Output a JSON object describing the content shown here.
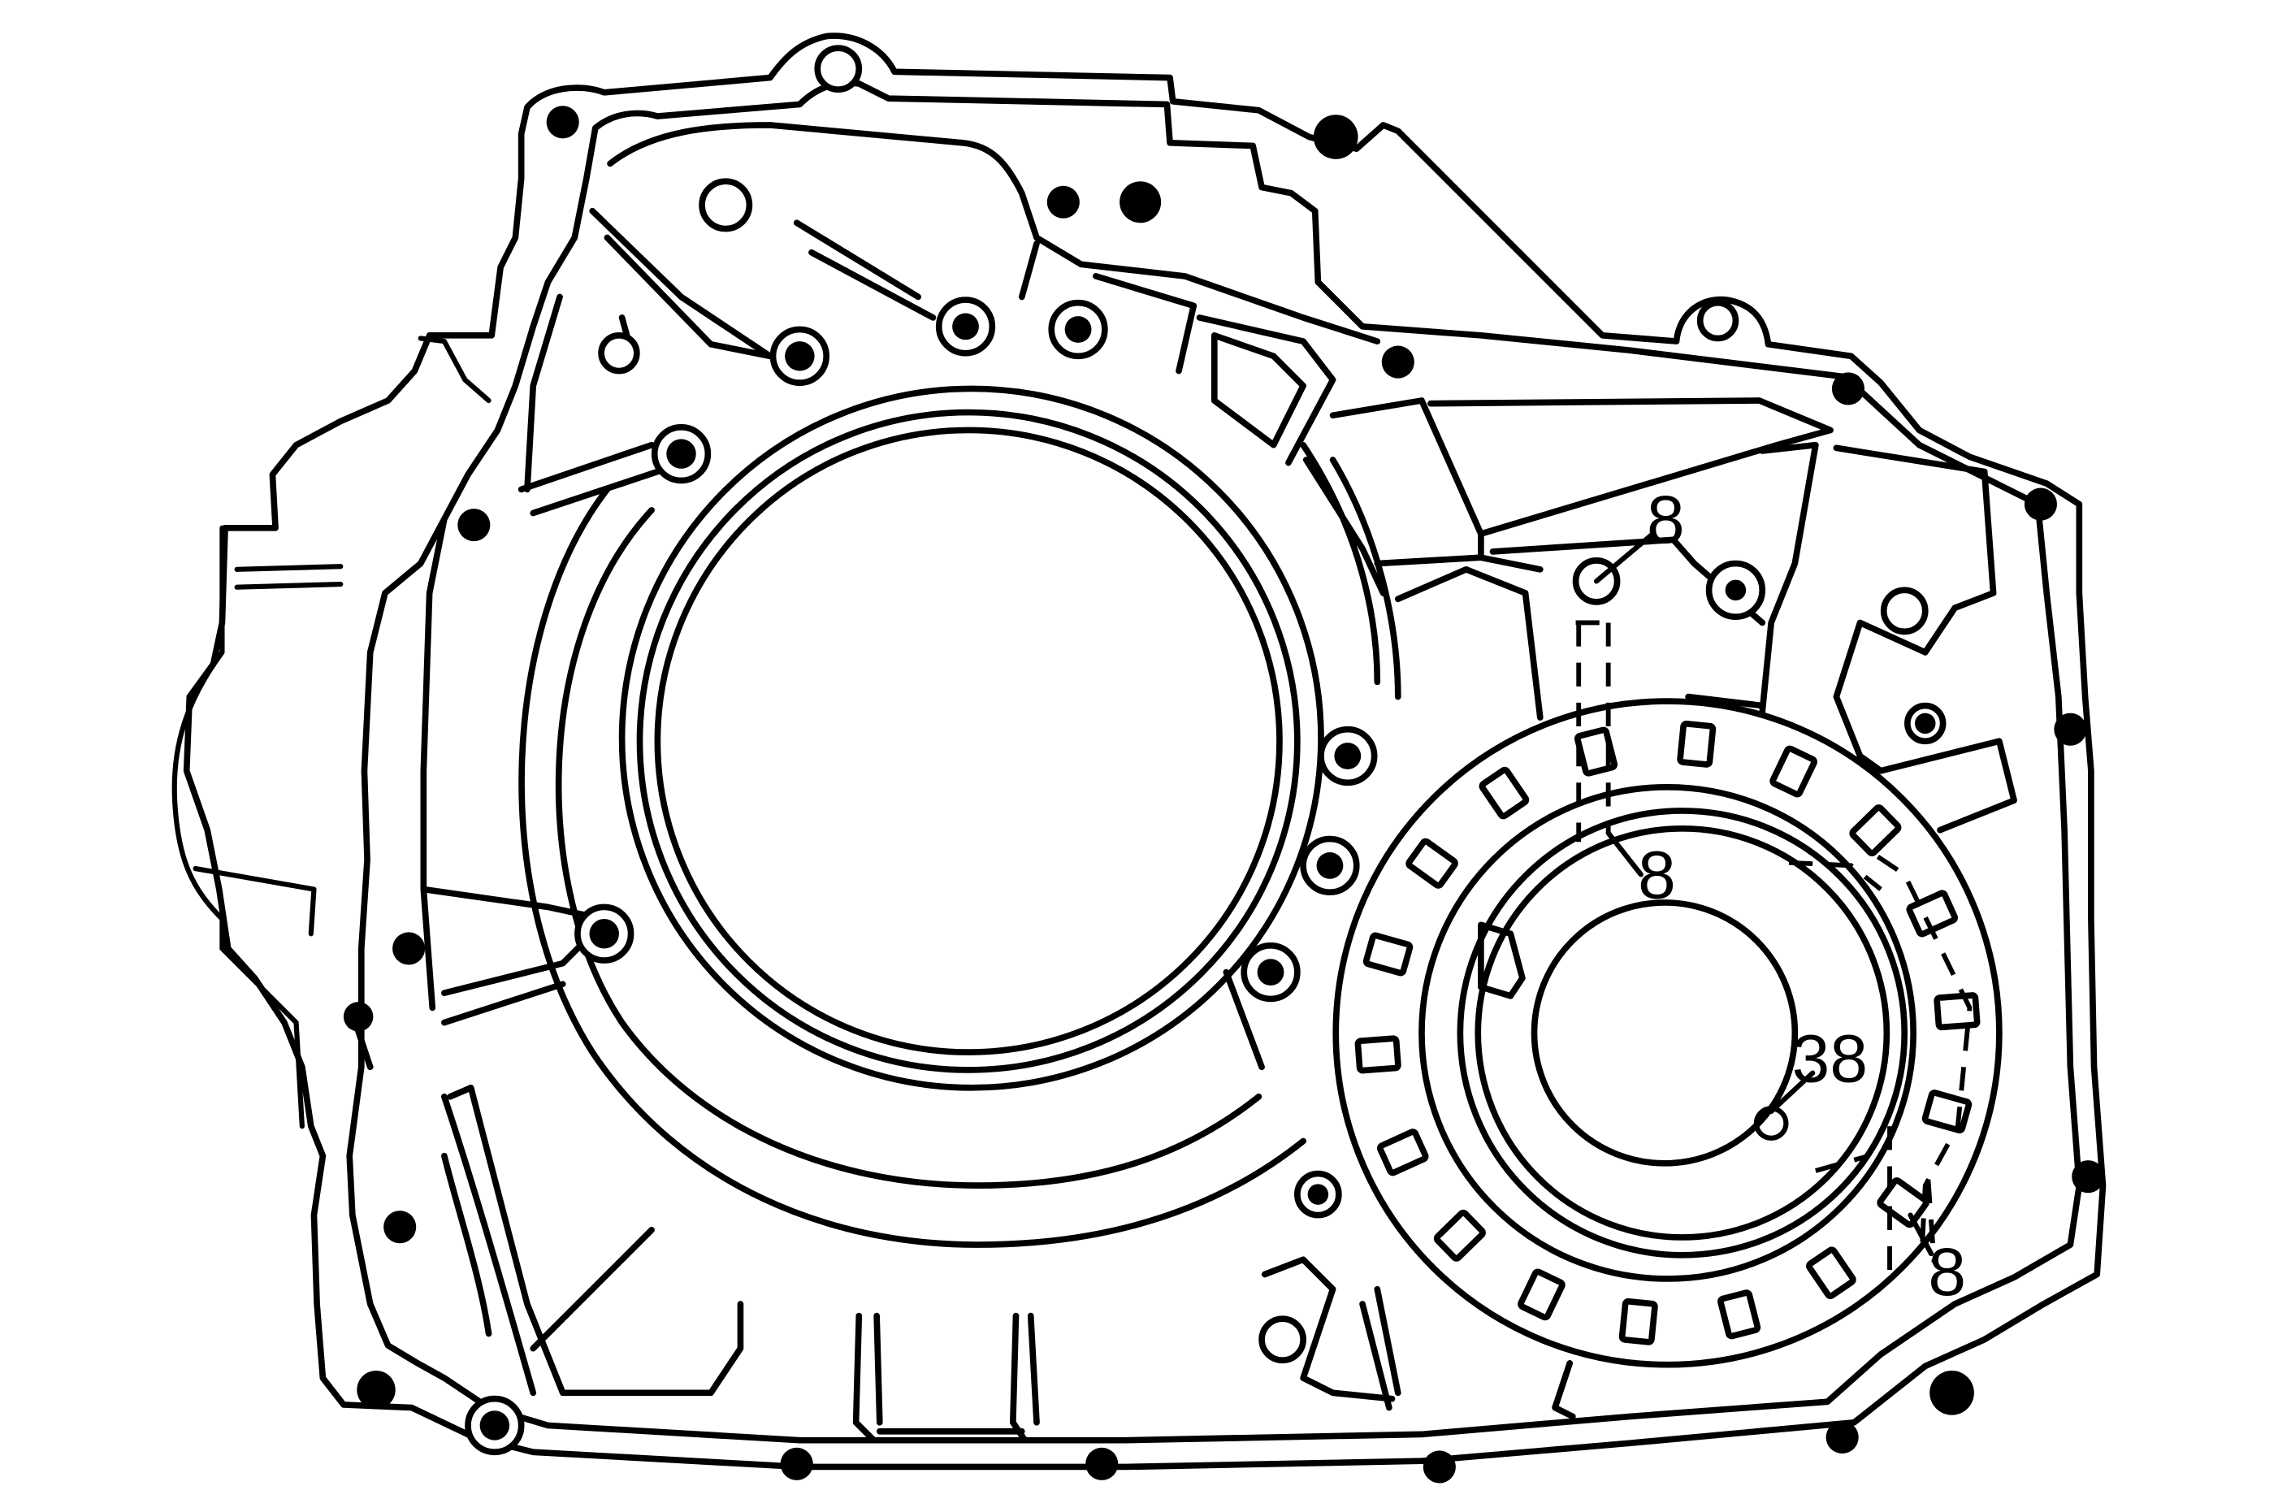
{
  "callouts": {
    "top": "8",
    "middle": "8",
    "center": "38",
    "bottom": "8"
  },
  "colors": {
    "ink": "#000000",
    "paper": "#ffffff"
  }
}
